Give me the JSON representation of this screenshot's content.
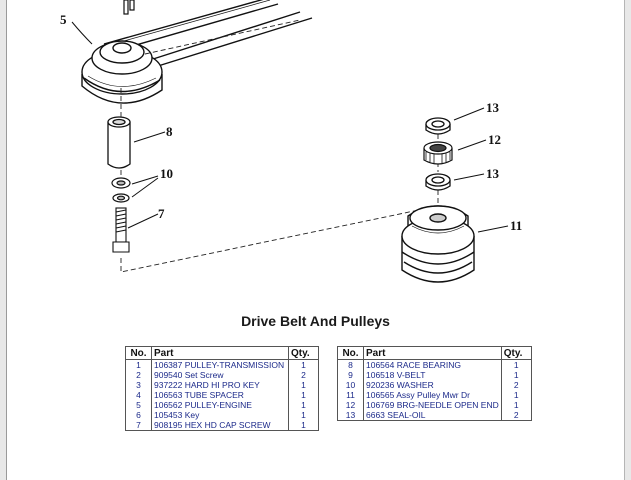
{
  "title": "Drive Belt And Pulleys",
  "callouts": [
    "5",
    "8",
    "10",
    "7",
    "13",
    "12",
    "13",
    "11"
  ],
  "table_headers": {
    "no": "No.",
    "part": "Part",
    "qty": "Qty."
  },
  "parts_left": [
    {
      "no": "1",
      "part": "106387 PULLEY-TRANSMISSION",
      "qty": "1"
    },
    {
      "no": "2",
      "part": "909540 Set Screw",
      "qty": "2"
    },
    {
      "no": "3",
      "part": "937222 HARD HI PRO KEY",
      "qty": "1"
    },
    {
      "no": "4",
      "part": "106563 TUBE SPACER",
      "qty": "1"
    },
    {
      "no": "5",
      "part": "106562 PULLEY-ENGINE",
      "qty": "1"
    },
    {
      "no": "6",
      "part": "105453 Key",
      "qty": "1"
    },
    {
      "no": "7",
      "part": "908195 HEX HD CAP SCREW",
      "qty": "1"
    }
  ],
  "parts_right": [
    {
      "no": "8",
      "part": "106564 RACE BEARING",
      "qty": "1"
    },
    {
      "no": "9",
      "part": "106518 V-BELT",
      "qty": "1"
    },
    {
      "no": "10",
      "part": "920236 WASHER",
      "qty": "2"
    },
    {
      "no": "11",
      "part": "106565 Assy Pulley Mwr Dr",
      "qty": "1"
    },
    {
      "no": "12",
      "part": "106769 BRG-NEEDLE OPEN END",
      "qty": "1"
    },
    {
      "no": "13",
      "part": "6663 SEAL-OIL",
      "qty": "2"
    }
  ]
}
